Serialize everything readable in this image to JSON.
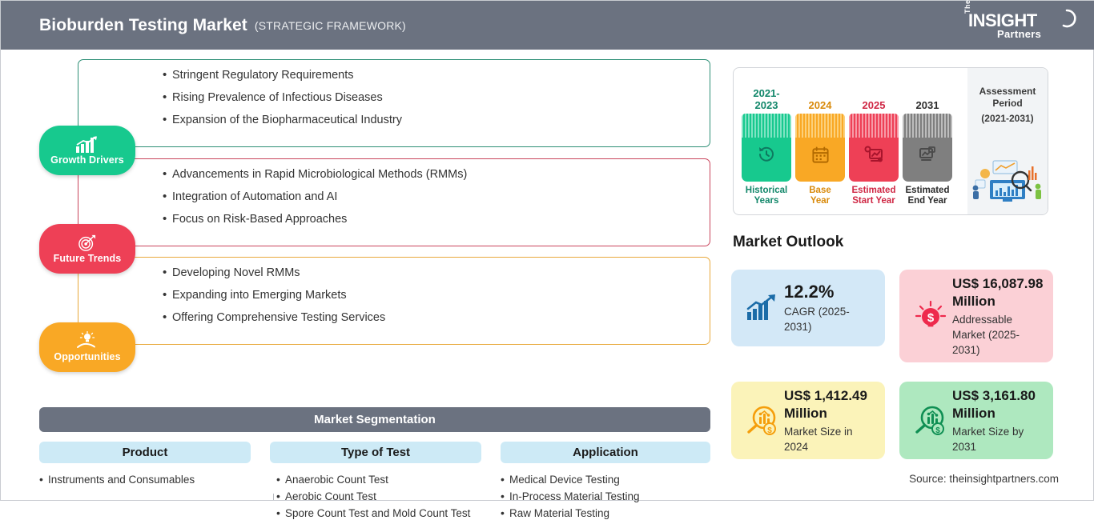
{
  "header": {
    "title": "Bioburden Testing Market",
    "subtitle": "(STRATEGIC FRAMEWORK)",
    "bg_color": "#6b7280",
    "logo": {
      "the": "The",
      "main": "INSIGHT",
      "partners": "Partners"
    }
  },
  "sections": [
    {
      "badge_label": "Growth Drivers",
      "badge_color": "#17c98e",
      "border_color": "#2e8f76",
      "icon": "bar-chart-growth-icon",
      "bullets": [
        "Stringent Regulatory Requirements",
        "Rising Prevalence of Infectious Diseases",
        "Expansion of the Biopharmaceutical Industry"
      ]
    },
    {
      "badge_label": "Future Trends",
      "badge_color": "#ee4056",
      "border_color": "#c9455c",
      "icon": "target-dart-icon",
      "bullets": [
        "Advancements in Rapid Microbiological Methods (RMMs)",
        "Integration of Automation and AI",
        "Focus on Risk-Based Approaches"
      ]
    },
    {
      "badge_label": "Opportunities",
      "badge_color": "#f9a825",
      "border_color": "#e8a93b",
      "icon": "lightbulb-hand-icon",
      "bullets": [
        "Developing Novel RMMs",
        "Expanding into Emerging Markets",
        "Offering Comprehensive Testing Services"
      ]
    }
  ],
  "segmentation": {
    "title": "Market Segmentation",
    "bar_color": "#6b7280",
    "head_color": "#cdeaf6",
    "columns": [
      {
        "name": "Product",
        "items": [
          "Instruments and Consumables"
        ]
      },
      {
        "name": "Type of Test",
        "items": [
          "Anaerobic Count Test",
          "Aerobic Count Test",
          "Spore Count Test and Mold Count Test"
        ]
      },
      {
        "name": "Application",
        "items": [
          "Medical Device Testing",
          "In-Process Material Testing",
          "Raw Material Testing"
        ]
      }
    ]
  },
  "timeline": {
    "bars": [
      {
        "year": "2021-2023",
        "caption_1": "Historical",
        "caption_2": "Years",
        "color": "#17c98e",
        "stripe": "#7fe3c3",
        "icon": "clock-rewind-icon"
      },
      {
        "year": "2024",
        "caption_1": "Base",
        "caption_2": "Year",
        "color": "#f9a825",
        "stripe": "#fcd07a",
        "icon": "calendar-icon"
      },
      {
        "year": "2025",
        "caption_1": "Estimated",
        "caption_2": "Start Year",
        "color": "#ee4056",
        "stripe": "#f79aa7",
        "icon": "monitor-chart-icon"
      },
      {
        "year": "2031",
        "caption_1": "Estimated",
        "caption_2": "End Year",
        "color": "#7f7f7f",
        "stripe": "#bdbdbd",
        "icon": "monitor-image-icon"
      }
    ],
    "assessment_title_1": "Assessment",
    "assessment_title_2": "Period",
    "assessment_range": "(2021-2031)",
    "assessment_icon": "business-analytics-illustration"
  },
  "outlook": {
    "title": "Market Outlook",
    "cards": [
      {
        "value": "12.2%",
        "label": "CAGR (2025-2031)",
        "bg": "#d3e8f7",
        "accent": "#1b6ca8",
        "icon": "growth-chart-icon",
        "size": "huge"
      },
      {
        "value": "US$ 16,087.98 Million",
        "label": "Addressable Market (2025-2031)",
        "bg": "#fbd0d6",
        "accent": "#ee2a4d",
        "icon": "lightbulb-dollar-icon",
        "size": "big"
      },
      {
        "value": "US$ 1,412.49 Million",
        "label": "Market Size in 2024",
        "bg": "#fbf3b9",
        "accent": "#f59e0b",
        "icon": "magnifier-chart-dollar-icon",
        "size": "big"
      },
      {
        "value": "US$ 3,161.80 Million",
        "label": "Market Size by 2031",
        "bg": "#aee8bf",
        "accent": "#0f8f53",
        "icon": "magnifier-chart-dollar-icon",
        "size": "big"
      }
    ]
  },
  "source": "Source: theinsightpartners.com"
}
